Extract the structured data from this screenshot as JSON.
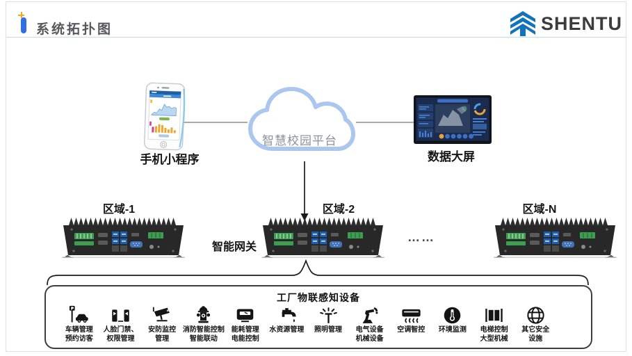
{
  "header": {
    "title": "系统拓扑图",
    "brand": "SHENTU"
  },
  "diagram": {
    "phone_label": "手机小程序",
    "cloud_label": "智慧校园平台",
    "screen_label": "数据大屏",
    "zone_labels": [
      "区域-1",
      "区域-2",
      "区域-N"
    ],
    "gateway_label": "智能网关",
    "ellipsis": "……"
  },
  "device_box": {
    "title": "工厂物联感知设备",
    "devices": [
      {
        "icon": "vehicle-icon",
        "lines": [
          "车辆管理",
          "预约访客"
        ]
      },
      {
        "icon": "face-access-icon",
        "lines": [
          "人脸门禁、",
          "权限管理"
        ]
      },
      {
        "icon": "cctv-icon",
        "lines": [
          "安防监控",
          "管理"
        ]
      },
      {
        "icon": "fire-hydrant-icon",
        "lines": [
          "消防智能控制",
          "智能联动"
        ]
      },
      {
        "icon": "energy-meter-icon",
        "lines": [
          "能耗管理",
          "电能控制"
        ]
      },
      {
        "icon": "water-tap-icon",
        "lines": [
          "水资源管理"
        ]
      },
      {
        "icon": "lighting-icon",
        "lines": [
          "照明管理"
        ]
      },
      {
        "icon": "robot-arm-icon",
        "lines": [
          "电气设备",
          "机械设备"
        ]
      },
      {
        "icon": "air-conditioner-icon",
        "lines": [
          "空调智控"
        ]
      },
      {
        "icon": "env-monitor-icon",
        "lines": [
          "环境监测"
        ]
      },
      {
        "icon": "elevator-icon",
        "lines": [
          "电梯控制",
          "大型机械"
        ]
      },
      {
        "icon": "safety-icon",
        "lines": [
          "其它安全",
          "设施"
        ]
      }
    ]
  },
  "colors": {
    "accent_blue": "#2f6fe0",
    "logo_blue": "#1273b8",
    "cloud_stroke": "#abc7ef",
    "cloud_text": "#8b919c",
    "line_gray": "#8c8c8c",
    "spark_orange": "#f5a81c"
  }
}
